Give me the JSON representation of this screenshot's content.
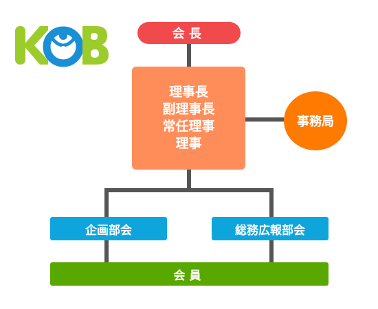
{
  "logo": {
    "text": "KOB"
  },
  "nodes": {
    "kaicho": "会長",
    "board": [
      "理事長",
      "副理事長",
      "常任理事",
      "理事"
    ],
    "jimukyoku": "事務局",
    "kikaku": "企画部会",
    "somu": "総務広報部会",
    "kaiin": "会員"
  },
  "colors": {
    "kaicho": "#f04a4d",
    "board": "#ff8d59",
    "jimukyoku": "#ff7a00",
    "divisions": "#0ea5dd",
    "kaiin": "#59a800",
    "connector": "#555555",
    "logo_k": "#9ccc2b",
    "logo_o": "#1a8fd6",
    "logo_b": "#9ccc2b"
  }
}
